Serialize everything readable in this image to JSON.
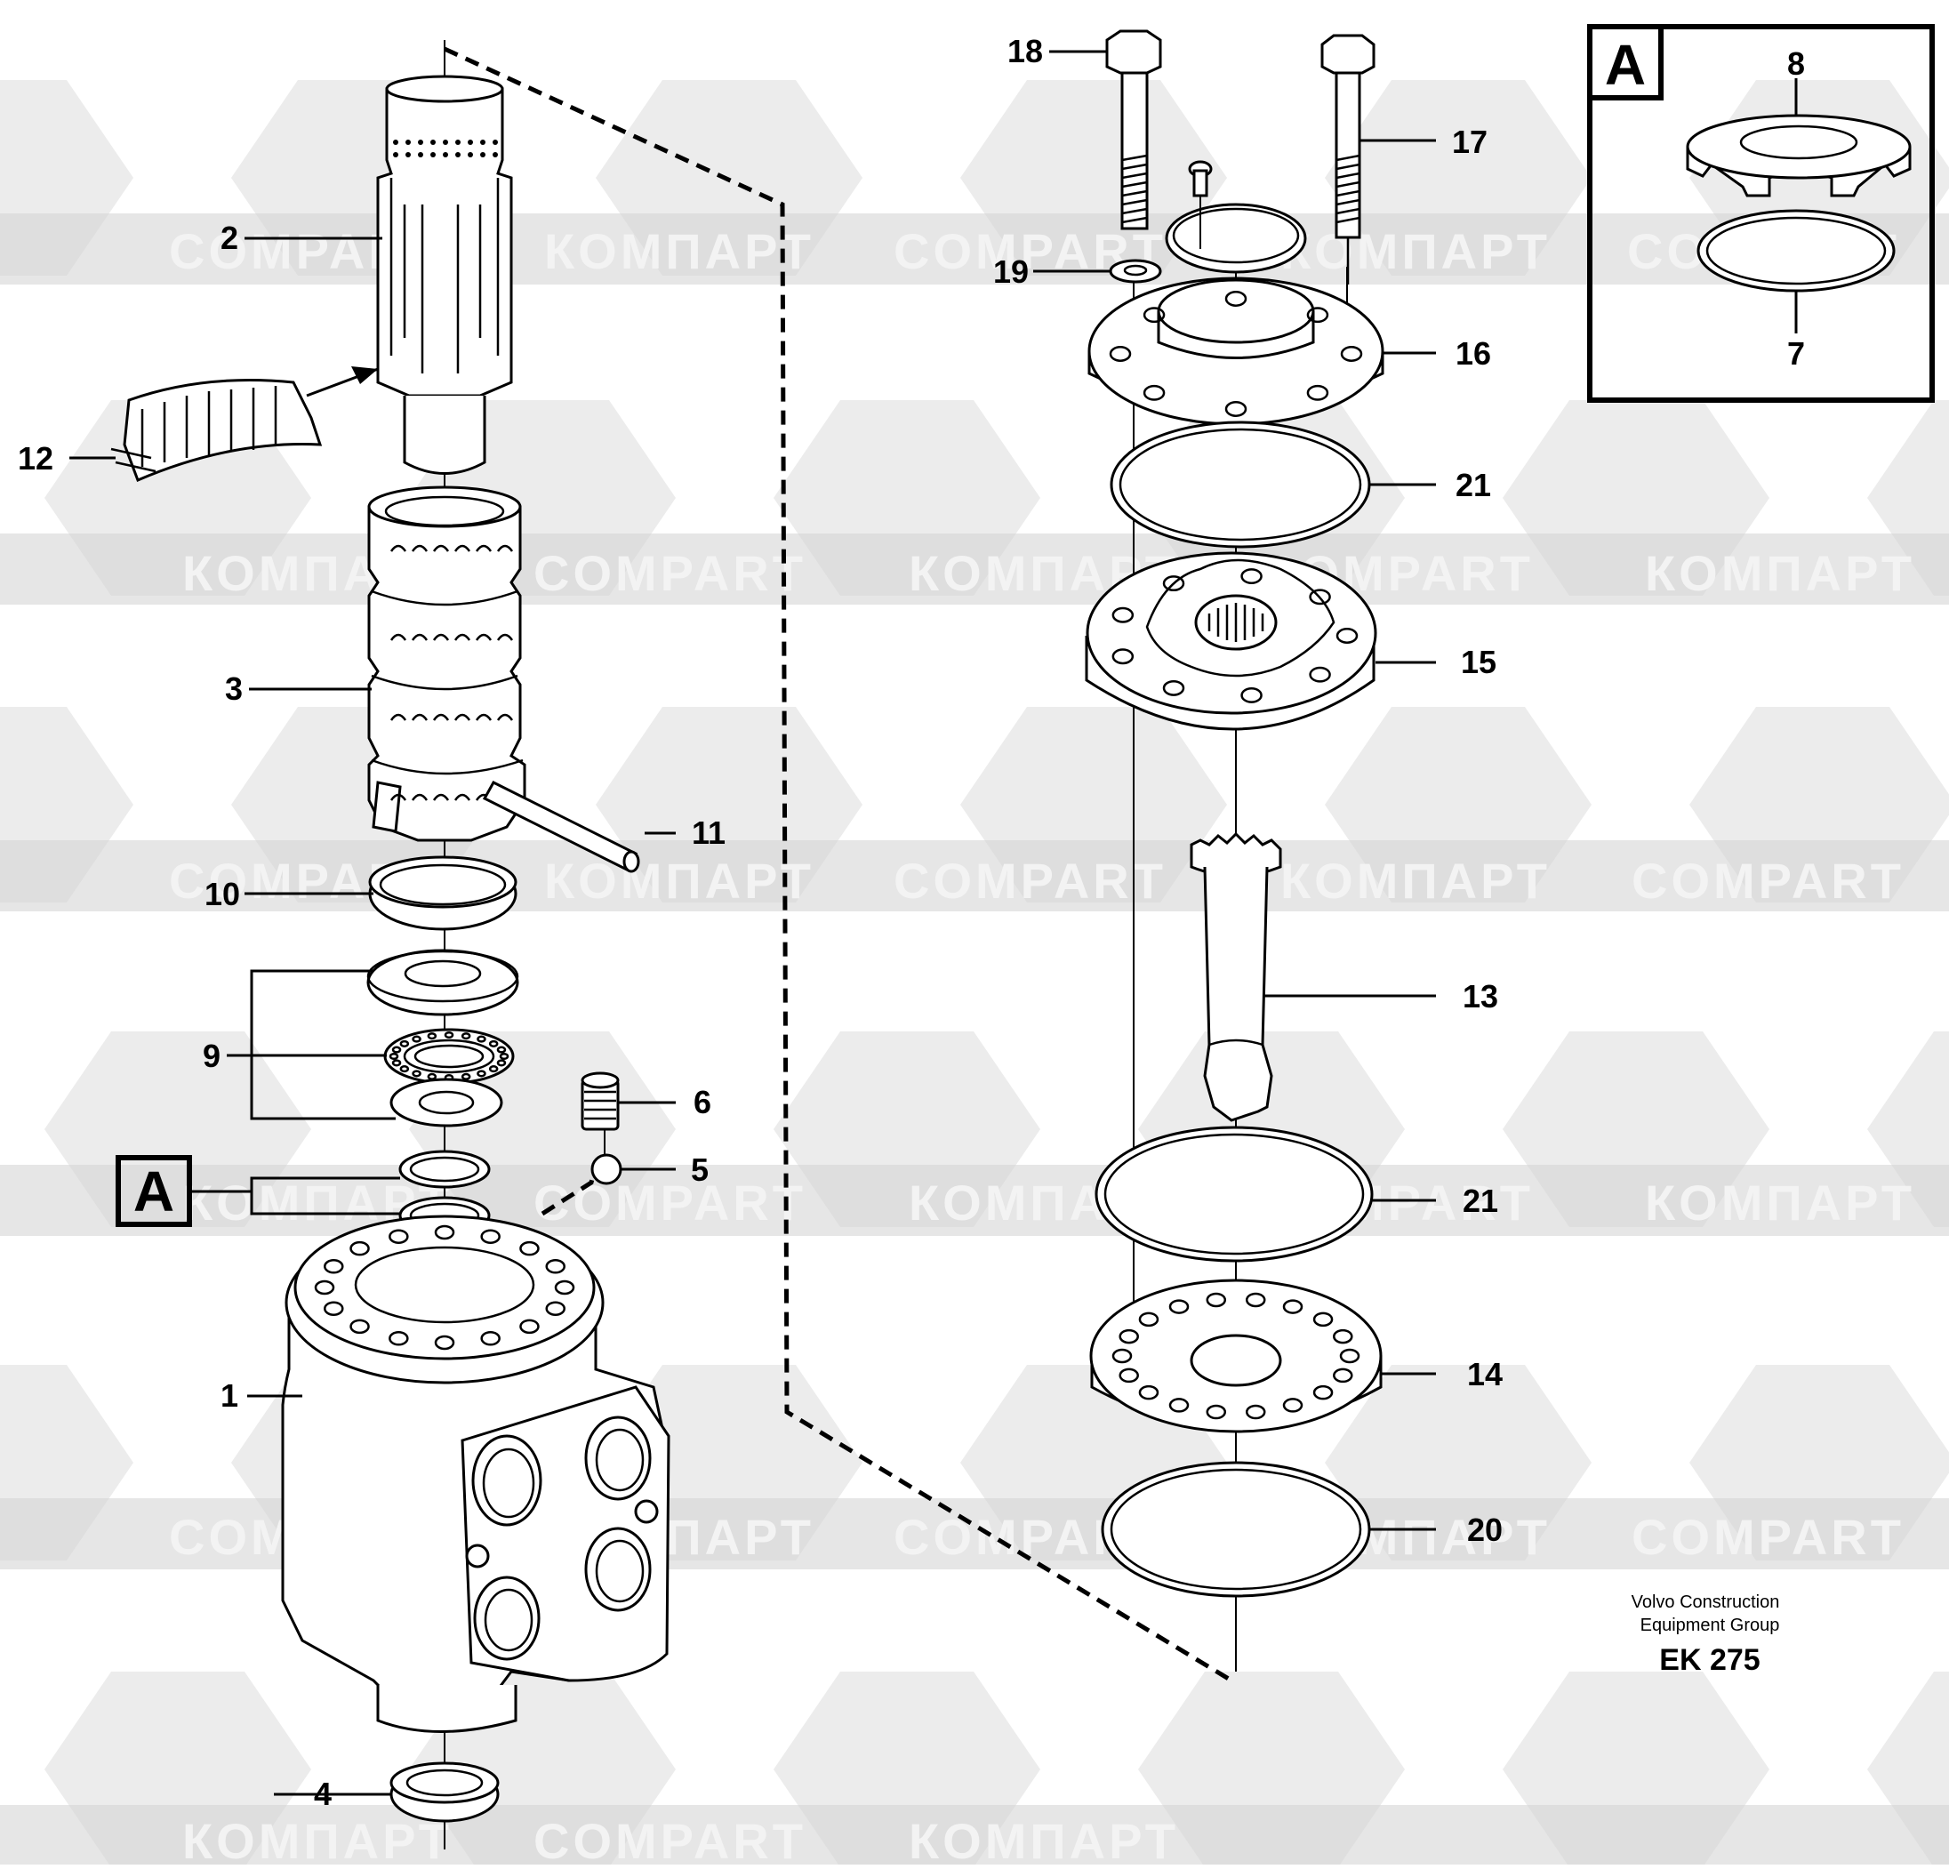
{
  "watermark": {
    "brand_latin": "COMPART",
    "brand_cyrillic": "КОМПАРТ"
  },
  "callouts": {
    "c1": "1",
    "c2": "2",
    "c3": "3",
    "c4": "4",
    "c5": "5",
    "c6": "6",
    "c7": "7",
    "c8": "8",
    "c9": "9",
    "c10": "10",
    "c11": "11",
    "c12": "12",
    "c13": "13",
    "c14": "14",
    "c15": "15",
    "c16": "16",
    "c17": "17",
    "c18": "18",
    "c19": "19",
    "c20": "20",
    "c21a": "21",
    "c21b": "21"
  },
  "detail": {
    "letter": "A",
    "ref_letter": "A"
  },
  "footer": {
    "line1": "Volvo Construction",
    "line2": "Equipment Group",
    "code": "EK 275"
  }
}
